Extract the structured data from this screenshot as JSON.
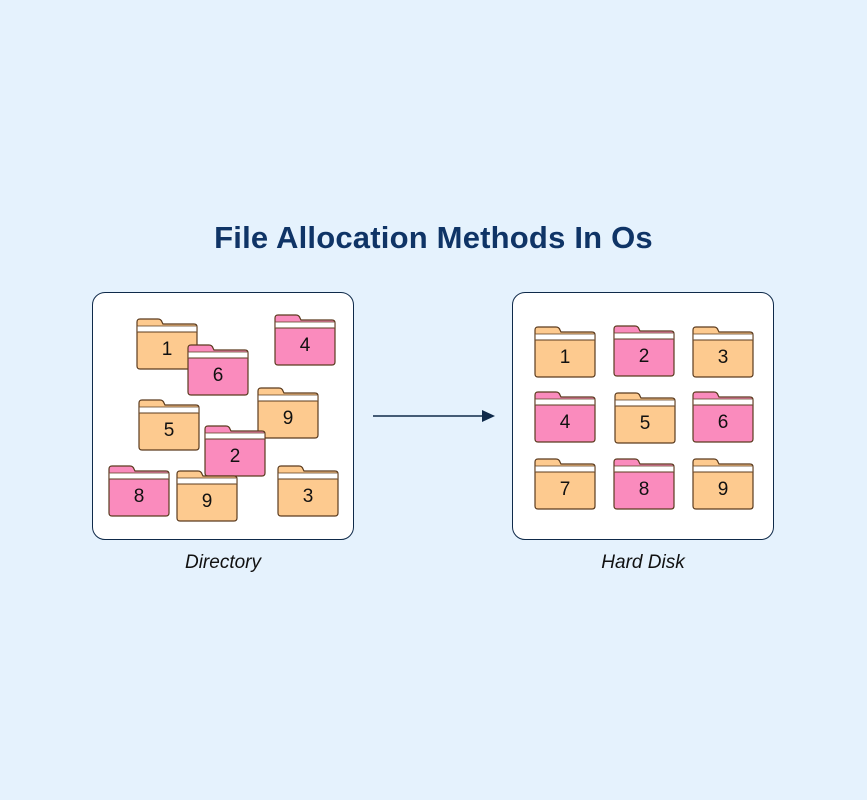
{
  "title": "File Allocation Methods In Os",
  "colors": {
    "orange": "#fdca8f",
    "pink": "#fa8bbd",
    "background": "#e5f2fd",
    "title": "#0f3466"
  },
  "directory": {
    "label": "Directory",
    "folders": [
      {
        "num": "1",
        "color": "orange"
      },
      {
        "num": "6",
        "color": "pink"
      },
      {
        "num": "4",
        "color": "pink"
      },
      {
        "num": "5",
        "color": "orange"
      },
      {
        "num": "9",
        "color": "orange"
      },
      {
        "num": "2",
        "color": "pink"
      },
      {
        "num": "8",
        "color": "pink"
      },
      {
        "num": "9",
        "color": "orange"
      },
      {
        "num": "3",
        "color": "orange"
      }
    ]
  },
  "hard_disk": {
    "label": "Hard Disk",
    "folders": [
      {
        "num": "1",
        "color": "orange"
      },
      {
        "num": "2",
        "color": "pink"
      },
      {
        "num": "3",
        "color": "orange"
      },
      {
        "num": "4",
        "color": "pink"
      },
      {
        "num": "5",
        "color": "orange"
      },
      {
        "num": "6",
        "color": "pink"
      },
      {
        "num": "7",
        "color": "orange"
      },
      {
        "num": "8",
        "color": "pink"
      },
      {
        "num": "9",
        "color": "orange"
      }
    ]
  }
}
